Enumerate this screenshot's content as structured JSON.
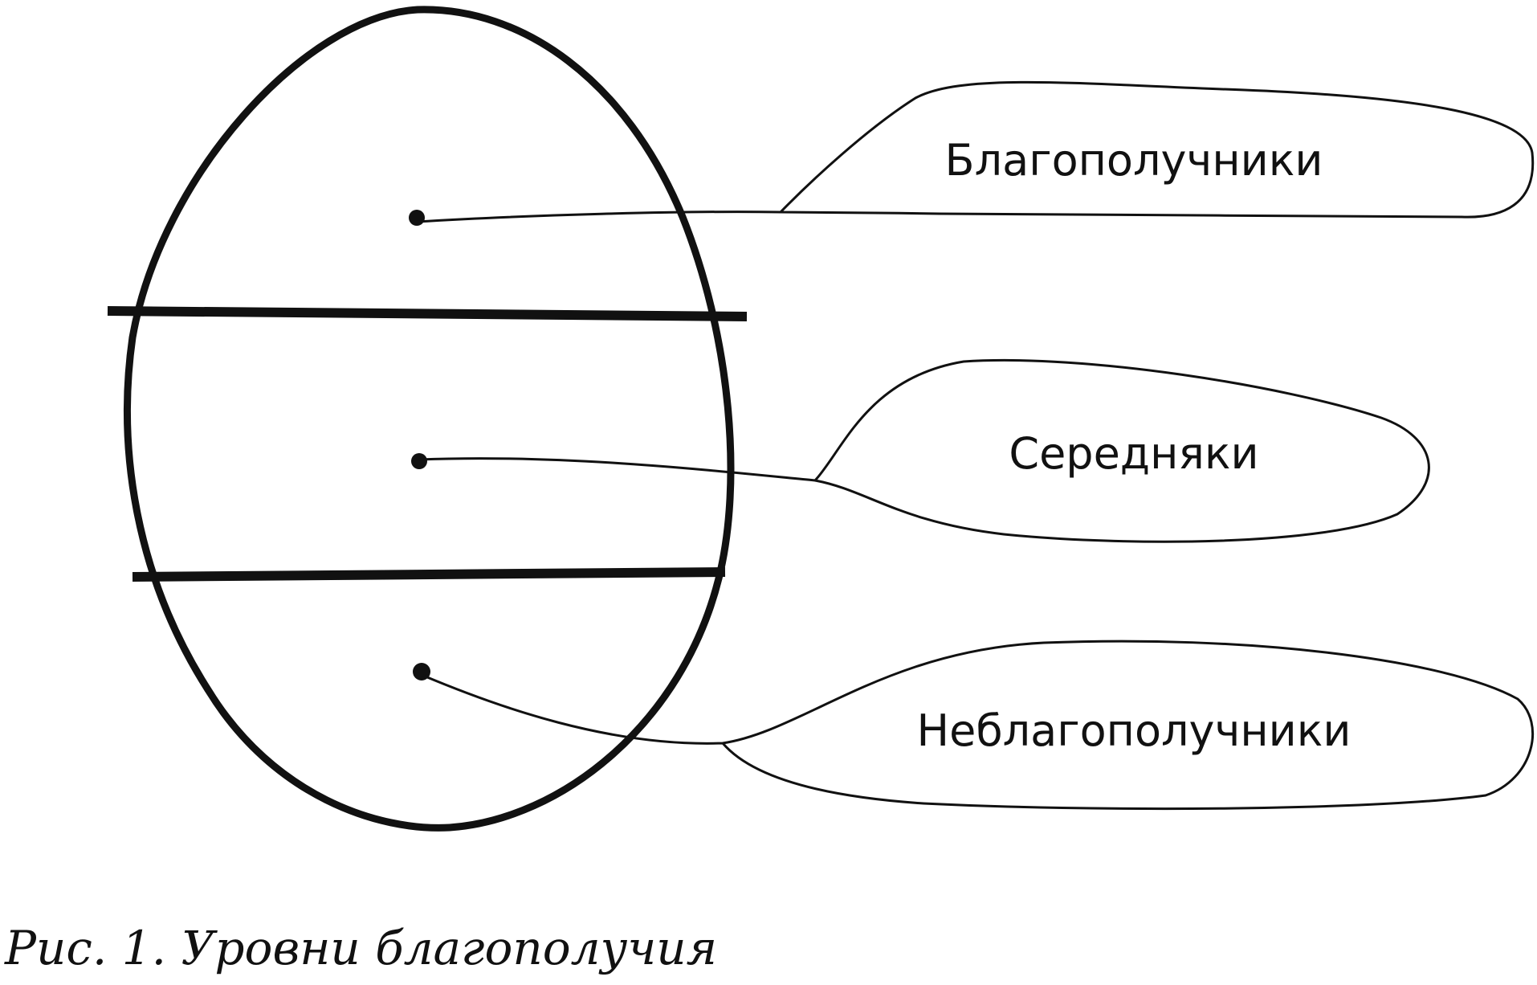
{
  "levels": [
    {
      "label": "Благополучники"
    },
    {
      "label": "Середняки"
    },
    {
      "label": "Неблагополучники"
    }
  ],
  "caption": "Рис. 1. Уровни благополучия",
  "colors": {
    "ink": "#111111",
    "background": "#ffffff"
  }
}
